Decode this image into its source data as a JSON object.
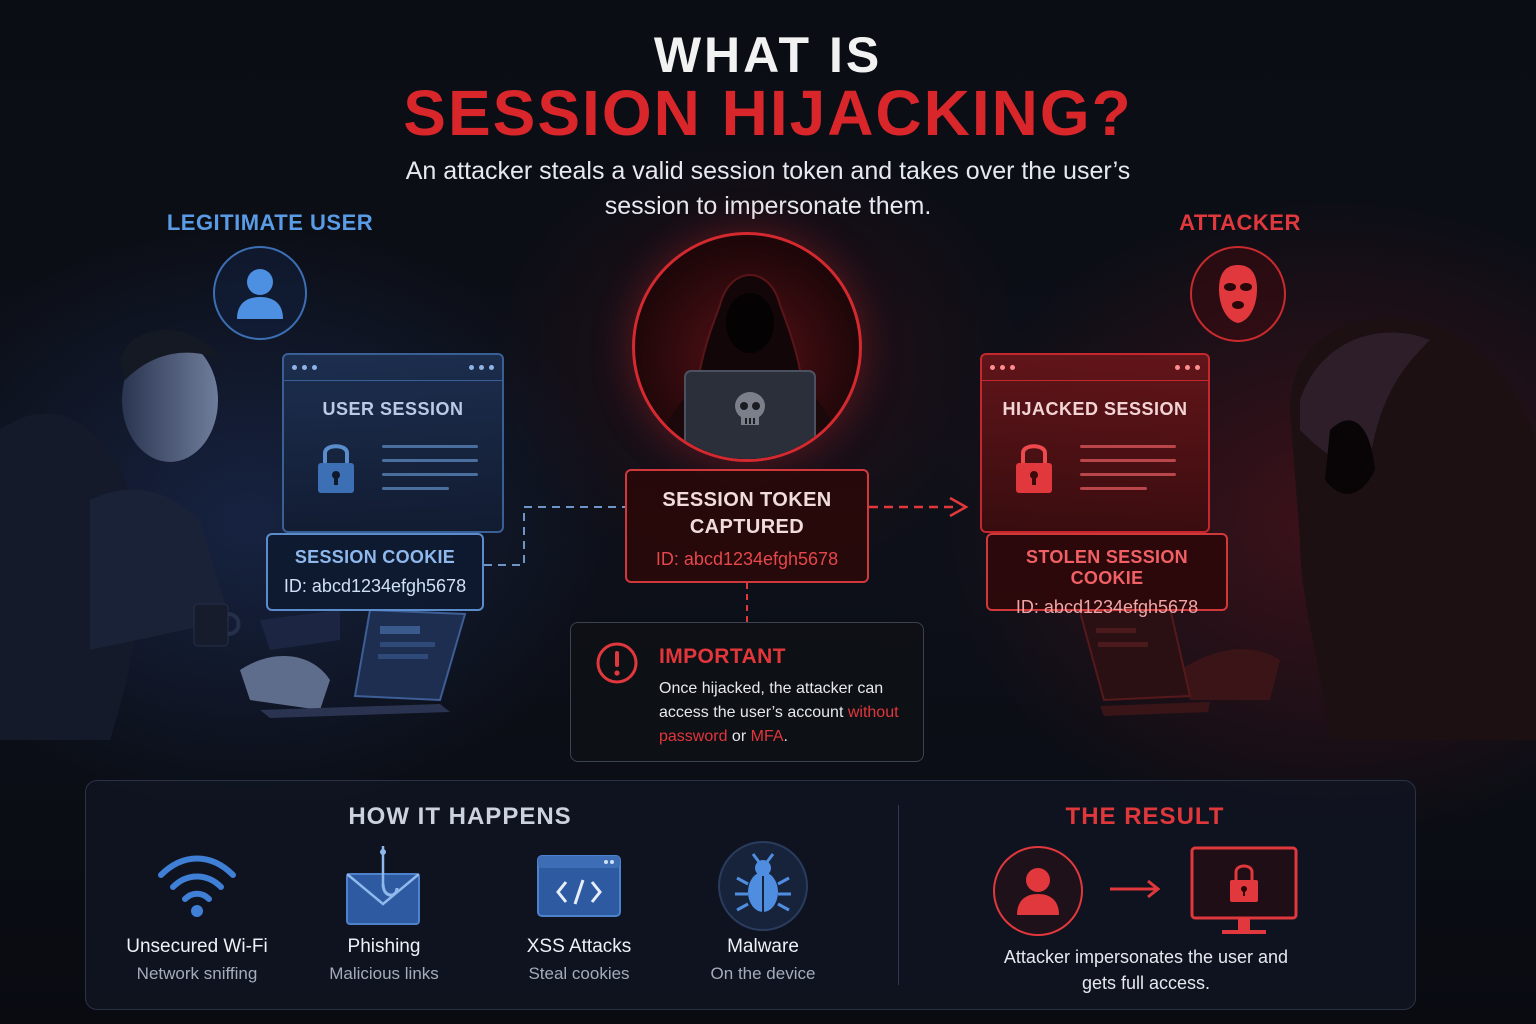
{
  "header": {
    "title_line1": "WHAT IS",
    "title_line2": "SESSION HIJACKING?",
    "subtitle": "An attacker steals a valid session token and takes over the user’s session to impersonate them."
  },
  "user_side": {
    "label": "LEGITIMATE USER",
    "window_title": "USER SESSION",
    "cookie_title": "SESSION COOKIE",
    "cookie_id": "ID: abcd1234efgh5678"
  },
  "attacker_side": {
    "label": "ATTACKER",
    "window_title": "HIJACKED SESSION",
    "cookie_title": "STOLEN SESSION COOKIE",
    "cookie_id": "ID: abcd1234efgh5678"
  },
  "token": {
    "title_line1": "SESSION TOKEN",
    "title_line2": "CAPTURED",
    "id": "ID: abcd1234efgh5678"
  },
  "important": {
    "title": "IMPORTANT",
    "text_part1": "Once hijacked, the attacker can access the user’s account ",
    "text_red1": "without password",
    "text_part2": " or ",
    "text_red2": "MFA",
    "text_part3": "."
  },
  "how_it_happens": {
    "title": "HOW IT HAPPENS",
    "methods": [
      {
        "name": "Unsecured Wi-Fi",
        "desc": "Network sniffing",
        "icon": "wifi-icon"
      },
      {
        "name": "Phishing",
        "desc": "Malicious links",
        "icon": "phishing-hook-icon"
      },
      {
        "name": "XSS Attacks",
        "desc": "Steal cookies",
        "icon": "code-window-icon"
      },
      {
        "name": "Malware",
        "desc": "On the device",
        "icon": "bug-icon"
      }
    ]
  },
  "result": {
    "title": "THE RESULT",
    "text": "Attacker impersonates the user and gets full access."
  },
  "colors": {
    "accent_red": "#d8262b",
    "accent_blue": "#5a9be6",
    "background": "#0b0d14"
  }
}
